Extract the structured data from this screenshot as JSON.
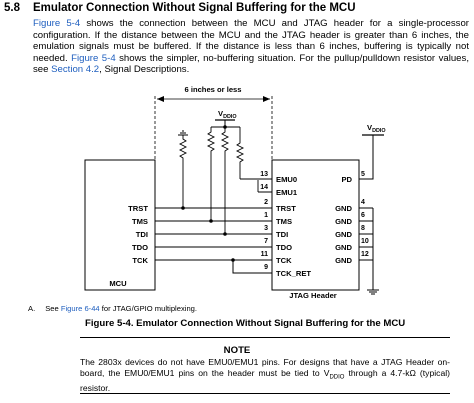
{
  "section": {
    "number": "5.8",
    "title": "Emulator Connection Without Signal Buffering for the MCU"
  },
  "intro": {
    "link_fig": "Figure 5-4",
    "p1": " shows the connection between the MCU and JTAG header for a single-processor configuration. If the distance between the MCU and the JTAG header is greater than 6 inches, the emulation signals must be buffered. If the distance is less than 6 inches, buffering is typically not needed. ",
    "link_fig2": "Figure 5-4",
    "p2": " shows the simpler, no-buffering situation. For the pullup/pulldown resistor values, see ",
    "link_section": "Section 4.2",
    "p3": ", Signal Descriptions."
  },
  "diagram": {
    "distance_label": "6 inches or less",
    "vddio_left": {
      "main": "V",
      "sub": "DDIO"
    },
    "vddio_right": {
      "main": "V",
      "sub": "DDIO"
    },
    "mcu": {
      "title": "MCU",
      "pins": [
        "TRST",
        "TMS",
        "TDI",
        "TDO",
        "TCK"
      ]
    },
    "header": {
      "title": "JTAG Header",
      "left_pins": [
        {
          "num": "13",
          "name": "EMU0"
        },
        {
          "num": "14",
          "name": "EMU1"
        },
        {
          "num": "2",
          "name": "TRST"
        },
        {
          "num": "1",
          "name": "TMS"
        },
        {
          "num": "3",
          "name": "TDI"
        },
        {
          "num": "7",
          "name": "TDO"
        },
        {
          "num": "11",
          "name": "TCK"
        },
        {
          "num": "9",
          "name": "TCK_RET"
        }
      ],
      "right_pins": [
        {
          "num": "5",
          "name": "PD"
        },
        {
          "num": "4",
          "name": "GND"
        },
        {
          "num": "6",
          "name": "GND"
        },
        {
          "num": "8",
          "name": "GND"
        },
        {
          "num": "10",
          "name": "GND"
        },
        {
          "num": "12",
          "name": "GND"
        }
      ]
    }
  },
  "footnote": {
    "letter": "A.",
    "pre": "See ",
    "link": "Figure 6-44",
    "post": " for JTAG/GPIO multiplexing."
  },
  "figure_caption": "Figure 5-4. Emulator Connection Without Signal Buffering for the MCU",
  "note": {
    "heading": "NOTE",
    "pre": "The 2803x devices do not have EMU0/EMU1 pins. For designs that have a JTAG Header on-board, the EMU0/EMU1 pins on the header must be tied to V",
    "sub": "DDIO",
    "post": " through a 4.7-kΩ (typical) resistor."
  }
}
